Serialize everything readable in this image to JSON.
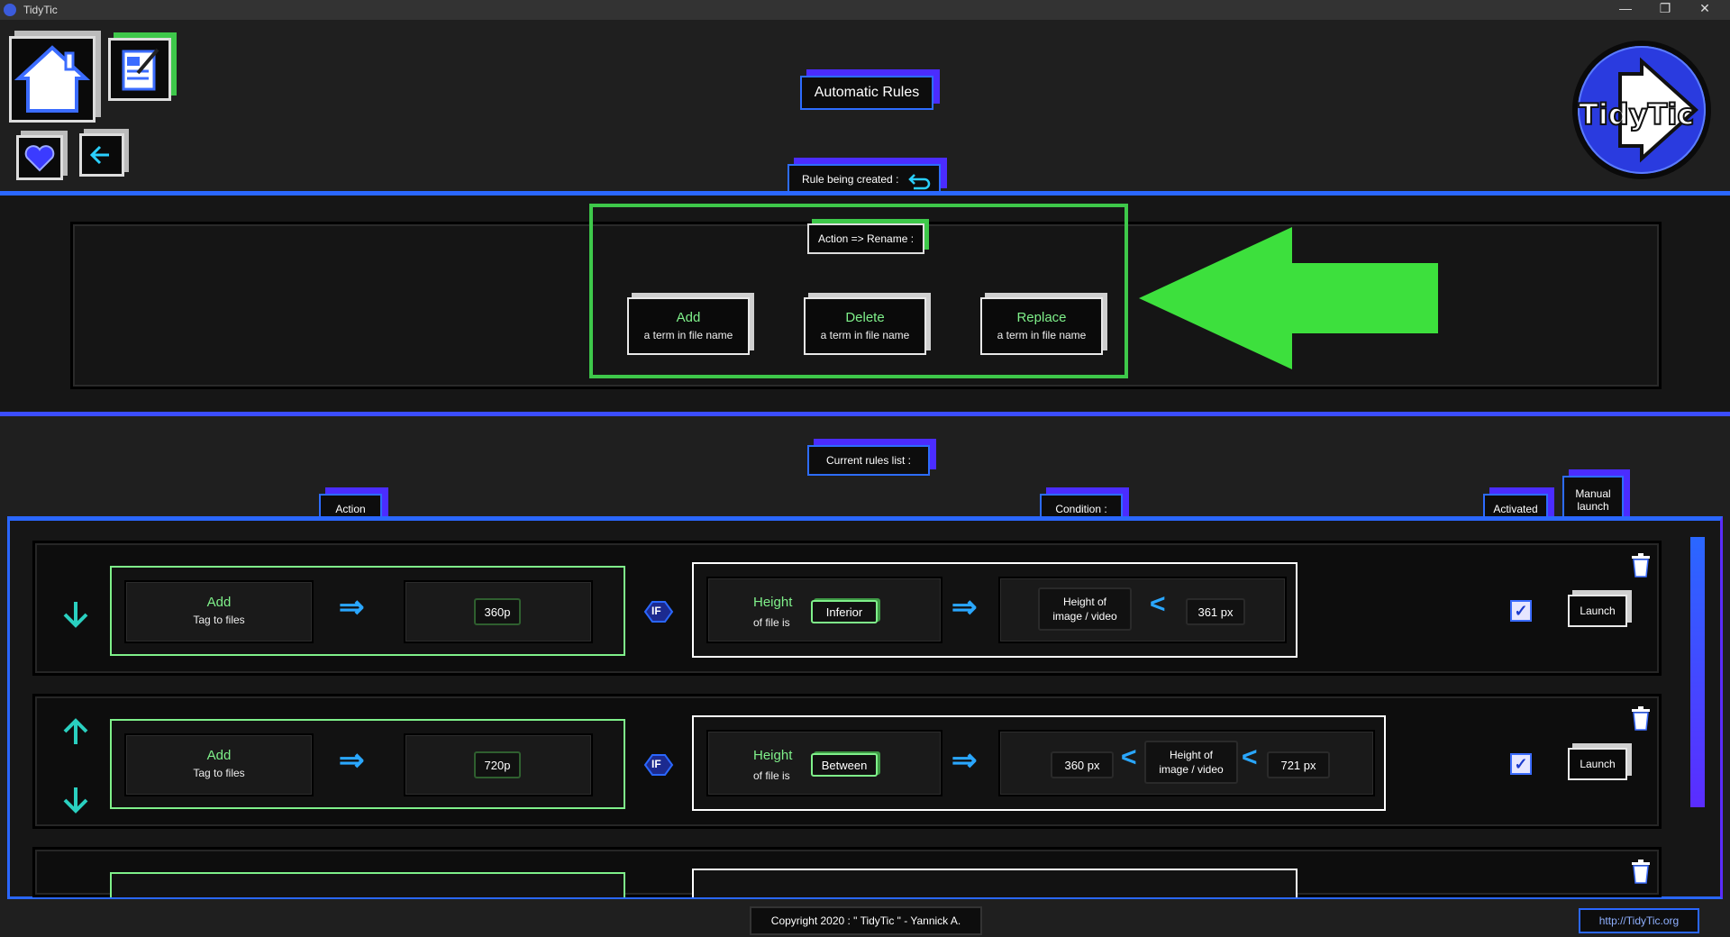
{
  "window": {
    "title": "TidyTic",
    "controls": [
      "—",
      "❐",
      "✕"
    ]
  },
  "page": {
    "title": "Automatic Rules"
  },
  "creation": {
    "label": "Rule being created :",
    "action_label": "Action => Rename :",
    "options": [
      {
        "title": "Add",
        "sub": "a term in file name"
      },
      {
        "title": "Delete",
        "sub": "a term in file name"
      },
      {
        "title": "Replace",
        "sub": "a term in file name"
      }
    ]
  },
  "list": {
    "label": "Current rules list :",
    "headers": {
      "action": "Action",
      "condition": "Condition :",
      "activated": "Activated",
      "manual": "Manual launch"
    },
    "rules": [
      {
        "action_title": "Add",
        "action_sub": "Tag to files",
        "action_value": "360p",
        "if": "IF",
        "cond_title": "Height",
        "cond_sub": "of file is",
        "cond_op": "Inferior",
        "subject": "Height of image / video",
        "lt": "<",
        "value": "361 px",
        "launch": "Launch"
      },
      {
        "action_title": "Add",
        "action_sub": "Tag to files",
        "action_value": "720p",
        "if": "IF",
        "cond_title": "Height",
        "cond_sub": "of file is",
        "cond_op": "Between",
        "low": "360 px",
        "lt": "<",
        "subject": "Height of image / video",
        "high": "721 px",
        "launch": "Launch"
      }
    ]
  },
  "footer": {
    "copyright": "Copyright 2020 : \" TidyTic \" - Yannick A.",
    "link": "http://TidyTic.org"
  },
  "logo_text": "TidyTic",
  "colors": {
    "accent_blue": "#2a67ff",
    "accent_purple": "#5b2cff",
    "accent_green": "#7ff08a",
    "arrow_green": "#3de03d"
  }
}
